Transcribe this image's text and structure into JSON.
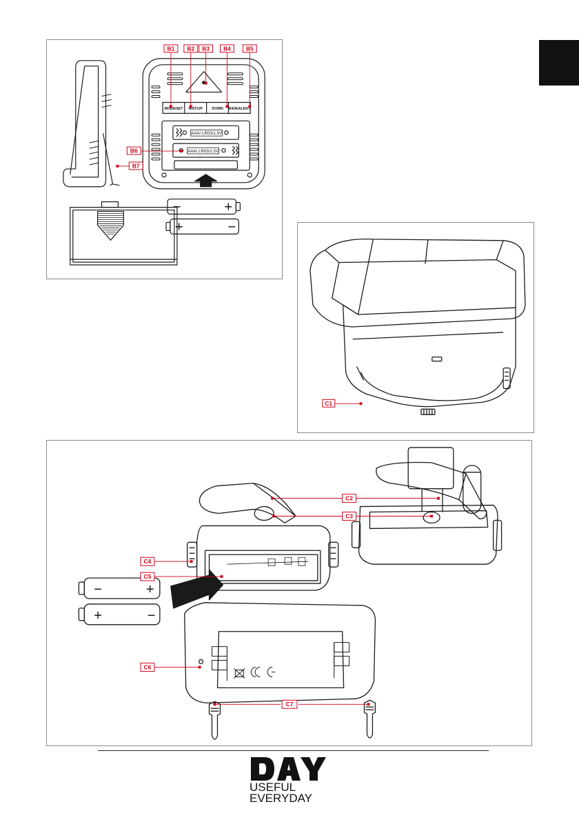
{
  "panel_b": {
    "callouts": [
      "B1",
      "B2",
      "B3",
      "B4",
      "B5",
      "B6",
      "B7"
    ],
    "buttons": [
      "MODE/SET",
      "HIST/UP",
      "DOWN",
      "RAIN/ALERT"
    ],
    "battery_slot_label_1": "AAA/ LR03/1.5V",
    "battery_slot_label_2": "AAA/ LR03/1.5V",
    "battery_signs": {
      "minus": "−",
      "plus": "+"
    }
  },
  "panel_c": {
    "callouts": [
      "C1"
    ]
  },
  "panel_d": {
    "callouts": [
      "C2",
      "C3",
      "C4",
      "C5",
      "C6",
      "C7"
    ],
    "battery_signs": {
      "minus": "−",
      "plus": "+"
    }
  },
  "brand": {
    "logo": "DAY",
    "tagline_1": "USEFUL",
    "tagline_2": "EVERYDAY"
  },
  "colors": {
    "callout_red": "#d0021b",
    "line": "#1a1a1a",
    "panel_border": "#8a8a8a",
    "language_tab": "#111111"
  }
}
